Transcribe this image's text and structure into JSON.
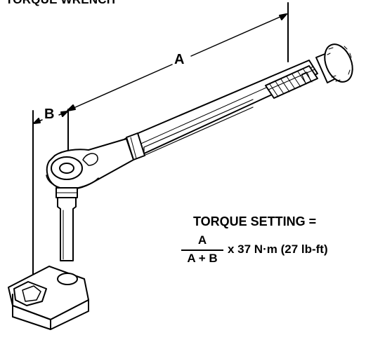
{
  "title": "TORQUE WRENCH",
  "labels": {
    "a": "A",
    "b": "B"
  },
  "formula": {
    "heading": "TORQUE SETTING =",
    "numerator": "A",
    "denominator": "A + B",
    "multiplier": "x 37 N·m (27 lb-ft)"
  }
}
